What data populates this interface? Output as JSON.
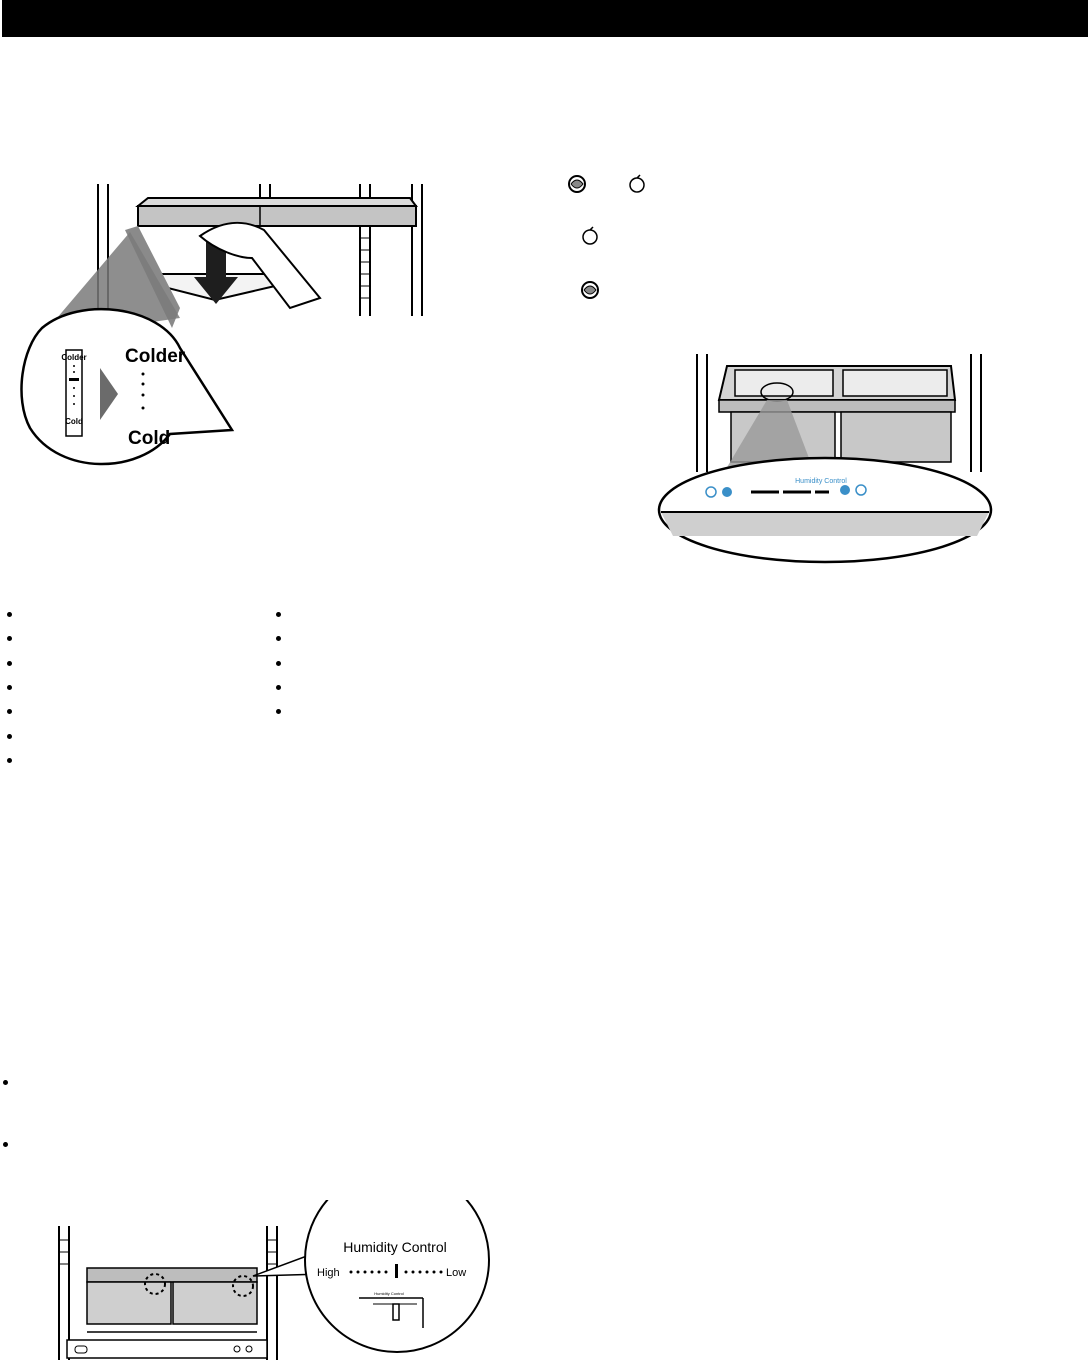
{
  "header": {
    "title": ""
  },
  "figure_meat_keeper": {
    "label_colder": "Colder",
    "label_cold": "Cold",
    "slider_top_label": "Colder",
    "slider_bottom_label": "Cold"
  },
  "legend_icons": [
    "vegetable-icon",
    "fruit-icon"
  ],
  "figure_crisper": {
    "panel_label": "Humidity Control"
  },
  "figure_humidity": {
    "callout_title": "Humidity Control",
    "scale_high": "High",
    "scale_low": "Low",
    "inset_label": "Humidity Control"
  },
  "bullets": {
    "left_column_count": 7,
    "right_column_count": 5,
    "lower_count": 2
  }
}
